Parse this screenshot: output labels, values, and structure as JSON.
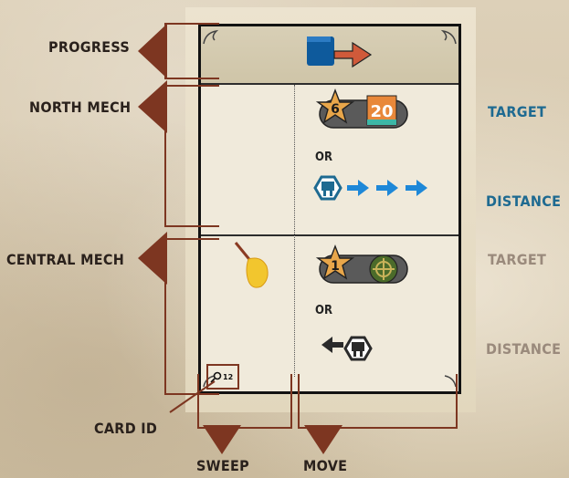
{
  "labels": {
    "progress": "PROGRESS",
    "north_mech": "NORTH MECH",
    "central_mech": "CENTRAL MECH",
    "card_id": "CARD ID",
    "sweep": "SWEEP",
    "move": "MOVE",
    "target_north": "TARGET",
    "distance_north": "DISTANCE",
    "target_central": "TARGET",
    "distance_central": "DISTANCE"
  },
  "card": {
    "north": {
      "star_value": "6",
      "target_number": "20",
      "or_text": "OR"
    },
    "central": {
      "star_value": "1",
      "or_text": "OR"
    },
    "card_id_number": "12"
  },
  "colors": {
    "callout_red": "#7d3621",
    "blue_label": "#1e6a91",
    "tan_label": "#9a8a7c",
    "arrow_blue": "#1e88d8",
    "target_orange": "#e8883a",
    "target_teal": "#3db7a6",
    "progress_cube": "#0e5a9c",
    "progress_arrow": "#d05a3a"
  }
}
